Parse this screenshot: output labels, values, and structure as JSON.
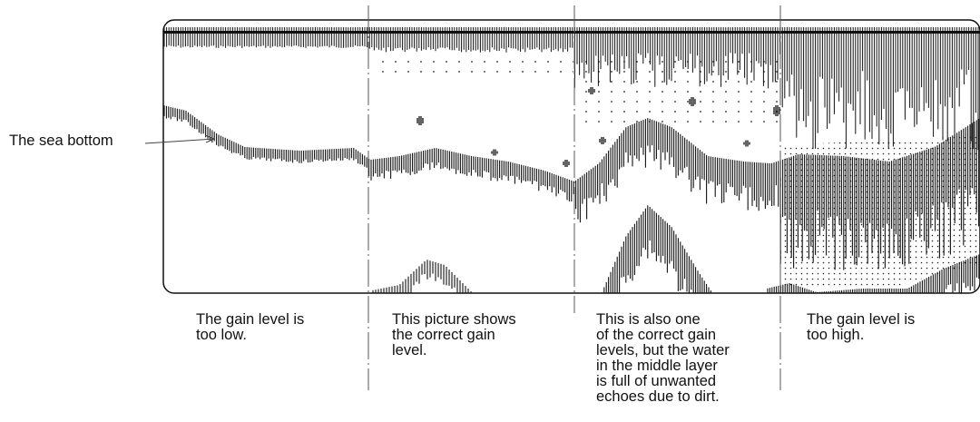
{
  "callout_label": "The sea bottom",
  "panels": [
    {
      "caption": "The gain level is\ntoo low."
    },
    {
      "caption": "This picture shows\nthe correct gain\nlevel."
    },
    {
      "caption": "This is also one\nof the correct gain\nlevels, but the water\nin the middle layer\nis full of unwanted\nechoes due to dirt."
    },
    {
      "caption": "The gain level is\ntoo high."
    }
  ],
  "colors": {
    "ink": "#111111",
    "background": "#ffffff"
  }
}
